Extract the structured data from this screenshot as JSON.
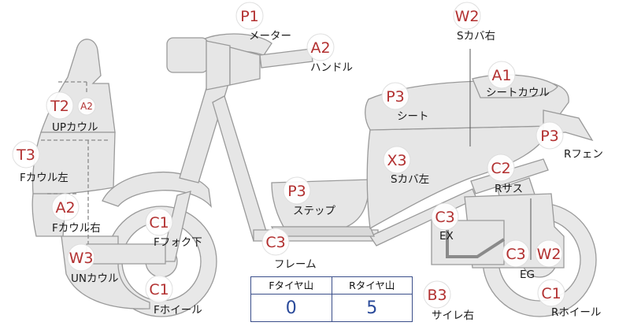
{
  "parts": [
    {
      "id": "meter",
      "code": "P1",
      "label": "メーター"
    },
    {
      "id": "handle",
      "code": "A2",
      "label": "ハンドル"
    },
    {
      "id": "s-cover-right",
      "code": "W2",
      "label": "Sカバ右"
    },
    {
      "id": "seat-cowl",
      "code": "A1",
      "label": "シートカウル"
    },
    {
      "id": "seat",
      "code": "P3",
      "label": "シート"
    },
    {
      "id": "up-cowl",
      "code": "T2",
      "sub_code": "A2",
      "label": "UPカウル"
    },
    {
      "id": "r-fender",
      "code": "P3",
      "label": "Rフェン"
    },
    {
      "id": "f-cowl-left",
      "code": "T3",
      "label": "Fカウル左"
    },
    {
      "id": "s-cover-left",
      "code": "X3",
      "label": "Sカバ左"
    },
    {
      "id": "r-sus",
      "code": "C2",
      "label": "Rサス"
    },
    {
      "id": "step",
      "code": "P3",
      "label": "ステップ"
    },
    {
      "id": "f-cowl-right",
      "code": "A2",
      "label": "Fカウル右"
    },
    {
      "id": "ex",
      "code": "C3",
      "label": "EX"
    },
    {
      "id": "f-fork-lower",
      "code": "C1",
      "label": "Fフォク下"
    },
    {
      "id": "frame",
      "code": "C3",
      "label": "フレーム"
    },
    {
      "id": "eg",
      "code": "C3",
      "code2": "W2",
      "label": "EG"
    },
    {
      "id": "un-cowl",
      "code": "W3",
      "label": "UNカウル"
    },
    {
      "id": "f-wheel",
      "code": "C1",
      "label": "Fホイール"
    },
    {
      "id": "muffler-right",
      "code": "B3",
      "label": "サイレ右"
    },
    {
      "id": "r-wheel",
      "code": "C1",
      "label": "Rホイール"
    }
  ],
  "tread_table": {
    "headers": [
      "Fタイヤ山",
      "Rタイヤ山"
    ],
    "values": [
      "0",
      "5"
    ]
  },
  "colors": {
    "code": "#b23030",
    "value": "#2a4a9a",
    "part_fill": "#e6e6e6",
    "outline": "#9a9a9a"
  }
}
